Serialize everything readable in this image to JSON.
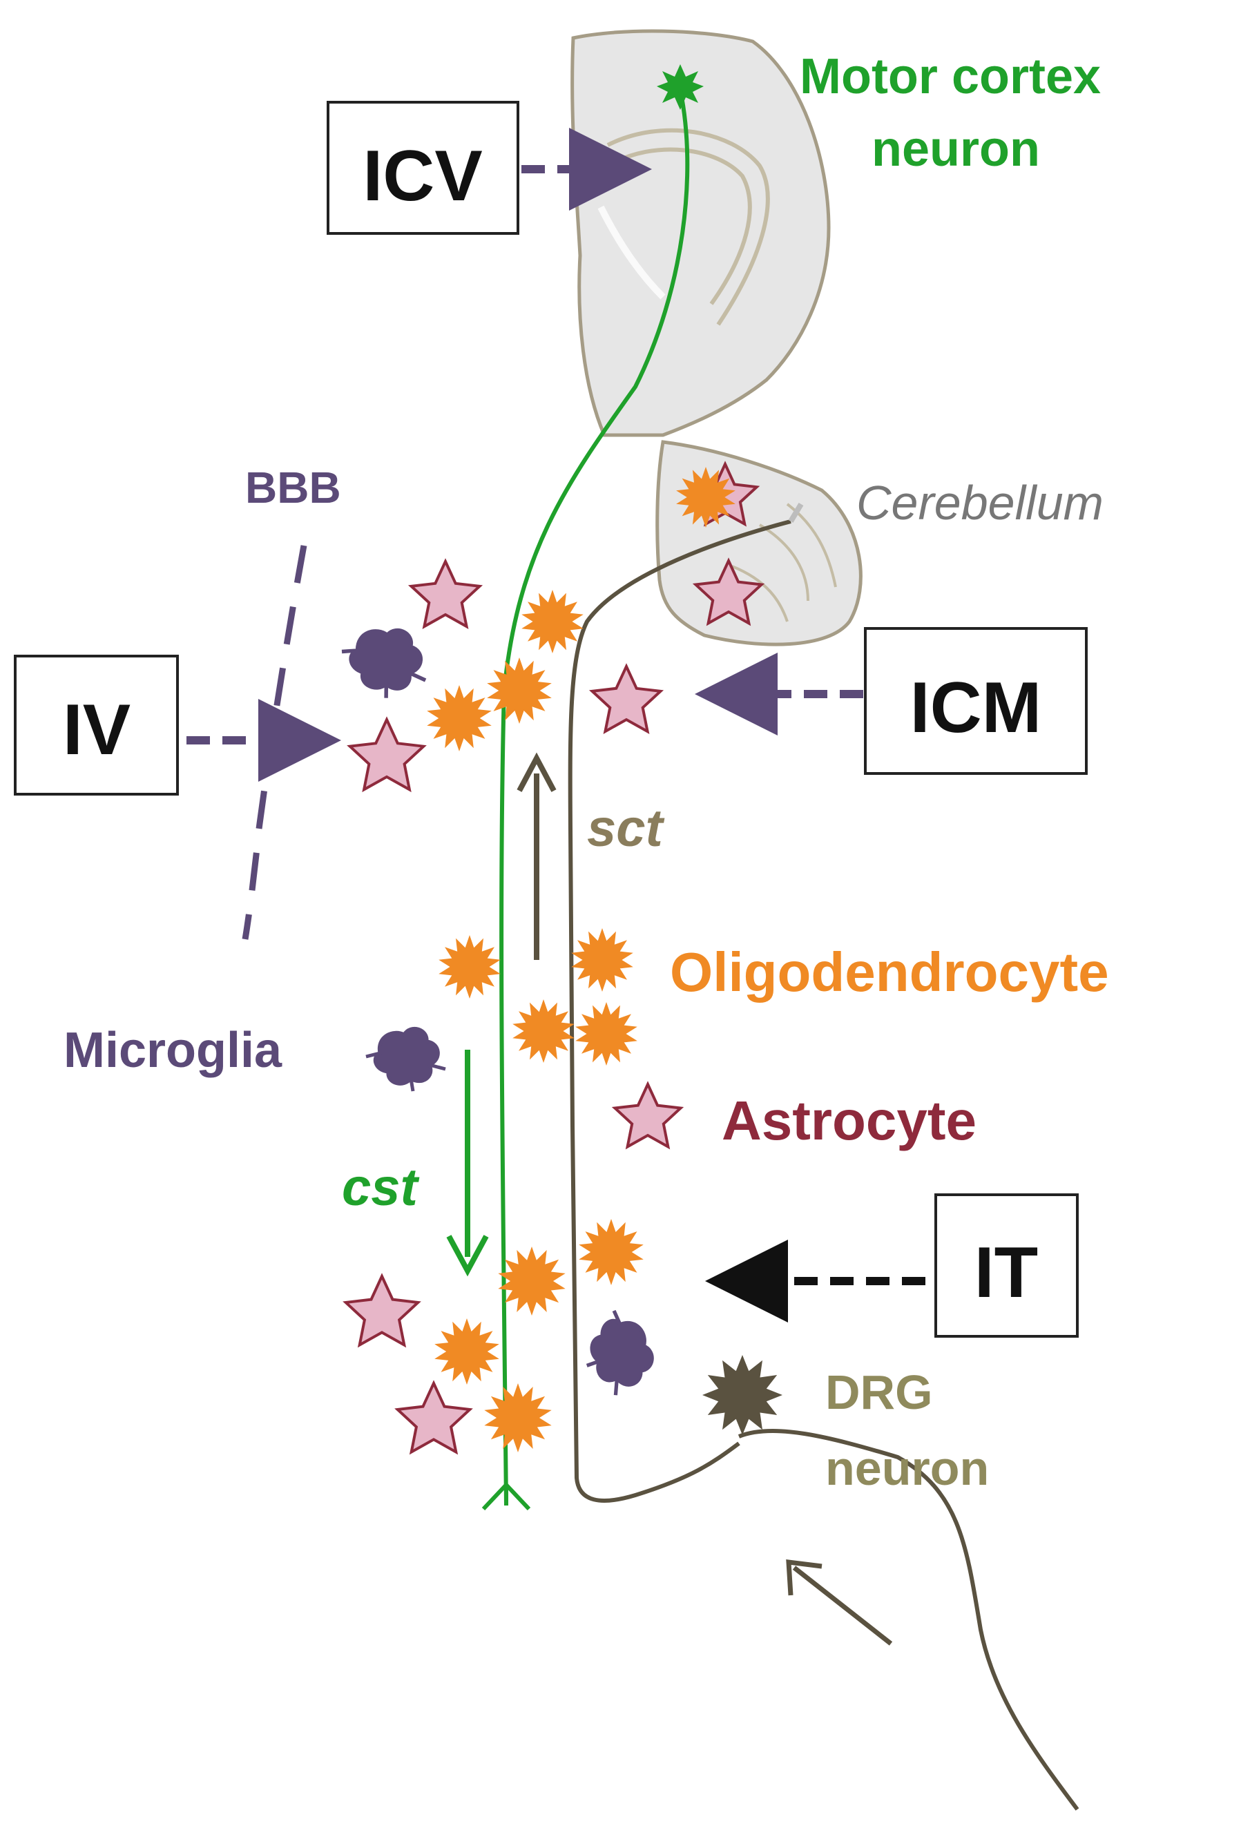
{
  "labels": {
    "motor_cortex_line1": "Motor cortex",
    "motor_cortex_line2": "neuron",
    "cerebellum": "Cerebellum",
    "bbb": "BBB",
    "sct": "sct",
    "cst": "cst",
    "oligodendrocyte": "Oligodendrocyte",
    "astrocyte": "Astrocyte",
    "microglia": "Microglia",
    "drg_line1": "DRG",
    "drg_line2": "neuron"
  },
  "routes": {
    "icv": "ICV",
    "iv": "IV",
    "icm": "ICM",
    "it": "IT"
  },
  "colors": {
    "motor_green": "#1fa12b",
    "route_purple": "#5b4a78",
    "oligo_orange": "#f08a24",
    "astro_pink": "#e7b6c8",
    "astro_label": "#8e2a3c",
    "sensory_brown": "#5a5240",
    "drg_label": "#8f8a5c",
    "brain_fill": "#e6e6e6",
    "brain_stroke": "#a59c86",
    "cerebellum_label": "#777777"
  },
  "icons": {
    "oligodendrocyte": "orange-starburst-icon",
    "astrocyte": "pink-star-icon",
    "microglia": "purple-microglia-icon",
    "drg_neuron": "dark-neuron-icon",
    "motor_neuron": "green-neuron-icon"
  }
}
